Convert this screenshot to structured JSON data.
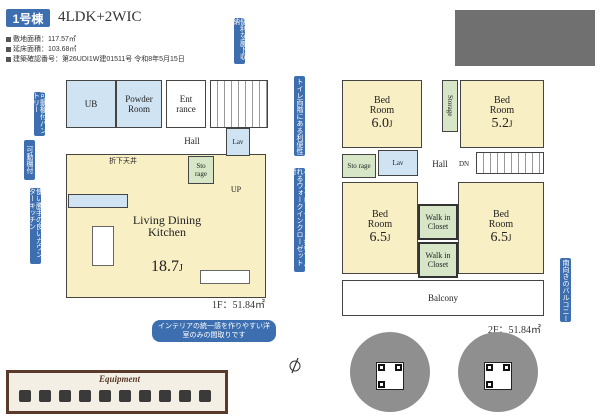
{
  "header": {
    "building_tag": "1号棟",
    "layout": "4LDK+2WIC"
  },
  "specs": {
    "site_area": "敷地面積：117.57㎡",
    "floor_area": "延床面積：103.68㎡",
    "permit": "建築確認番号：第26UDI1W建01511号 令和8年5月15日"
  },
  "floor1": {
    "rooms": {
      "ub": "UB",
      "powder": "Powder Room",
      "entrance": "Ent rance",
      "hall": "Hall",
      "lav": "Lav",
      "storage": "Sto rage",
      "up": "UP",
      "ceiling_note": "折下天井",
      "ldk_label": "Living Dining Kitchen",
      "ldk_size": "18.7",
      "ldk_unit": "J"
    },
    "area": "1F：51.84㎡"
  },
  "floor2": {
    "rooms": {
      "bed_tl_label": "Bed Room",
      "bed_tl_size": "6.0",
      "bed_tr_label": "Bed Room",
      "bed_tr_size": "5.2",
      "storage_v": "Storage",
      "storage_h": "Sto rage",
      "lav": "Lav",
      "hall": "Hall",
      "dn": "DN",
      "bed_bl_label": "Bed Room",
      "bed_bl_size": "6.5",
      "bed_br_label": "Bed Room",
      "bed_br_size": "6.5",
      "wic1": "Walk in Closet",
      "wic2": "Walk in Closet",
      "balcony": "Balcony",
      "unit": "J"
    },
    "area": "2F：51.84㎡"
  },
  "notes": {
    "handrail": "可動棚付パントリー",
    "movable_shelf": "可動棚付",
    "kitchen": "使い勝手の良いカウンターキッチン",
    "convenient": "便利な廊下収納",
    "toilet": "トイレ両階にある利便性",
    "wic": "ベースクローゼット＆歩いて入れるウォークインクローゼット付",
    "balcony": "南向きのバルコニー",
    "interior": "インテリアの統一感を作りやすい洋室のみの間取りです"
  },
  "equipment": {
    "title": "Equipment"
  },
  "colors": {
    "accent": "#3d6fb0",
    "room_yellow": "#f8efc4",
    "wet_blue": "#cfe3f3",
    "storage_green": "#d6e6c7"
  }
}
